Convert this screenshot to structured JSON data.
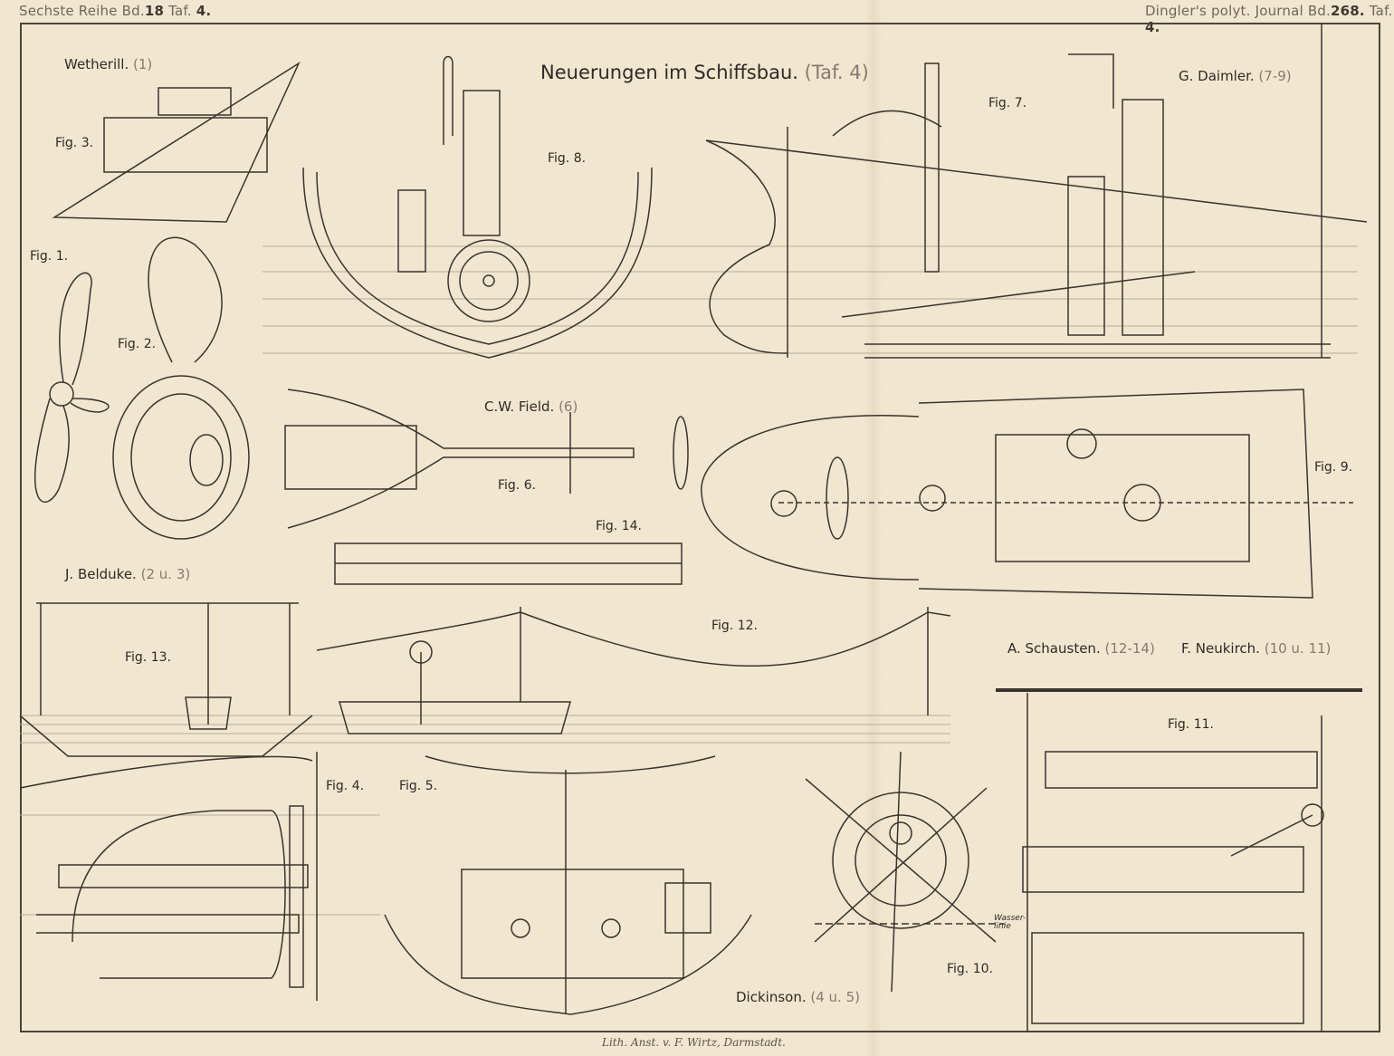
{
  "header": {
    "left_prefix": "Sechste Reihe Bd.",
    "left_volume": "18",
    "left_suffix": "Taf.",
    "left_plate": "4.",
    "right_prefix": "Dingler's polyt. Journal Bd.",
    "right_volume": "268.",
    "right_suffix": "Taf.",
    "right_plate": "4."
  },
  "title": {
    "text": "Neuerungen im Schiffsbau.",
    "ref": "(Taf. 4)"
  },
  "authors": [
    {
      "name": "Wetherill.",
      "ref": "(1)"
    },
    {
      "name": "G. Daimler.",
      "ref": "(7-9)"
    },
    {
      "name": "C.W. Field.",
      "ref": "(6)"
    },
    {
      "name": "J. Belduke.",
      "ref": "(2 u. 3)"
    },
    {
      "name": "A. Schausten.",
      "ref": "(12-14)"
    },
    {
      "name": "F. Neukirch.",
      "ref": "(10 u. 11)"
    },
    {
      "name": "Dickinson.",
      "ref": "(4 u. 5)"
    }
  ],
  "figures": [
    "Fig. 1.",
    "Fig. 2.",
    "Fig. 3.",
    "Fig. 4.",
    "Fig. 5.",
    "Fig. 6.",
    "Fig. 7.",
    "Fig. 8.",
    "Fig. 9.",
    "Fig. 10.",
    "Fig. 11.",
    "Fig. 12.",
    "Fig. 13.",
    "Fig. 14."
  ],
  "water_line_label": "Wasser-linie",
  "footer": "Lith. Anst. v. F. Wirtz, Darmstadt."
}
